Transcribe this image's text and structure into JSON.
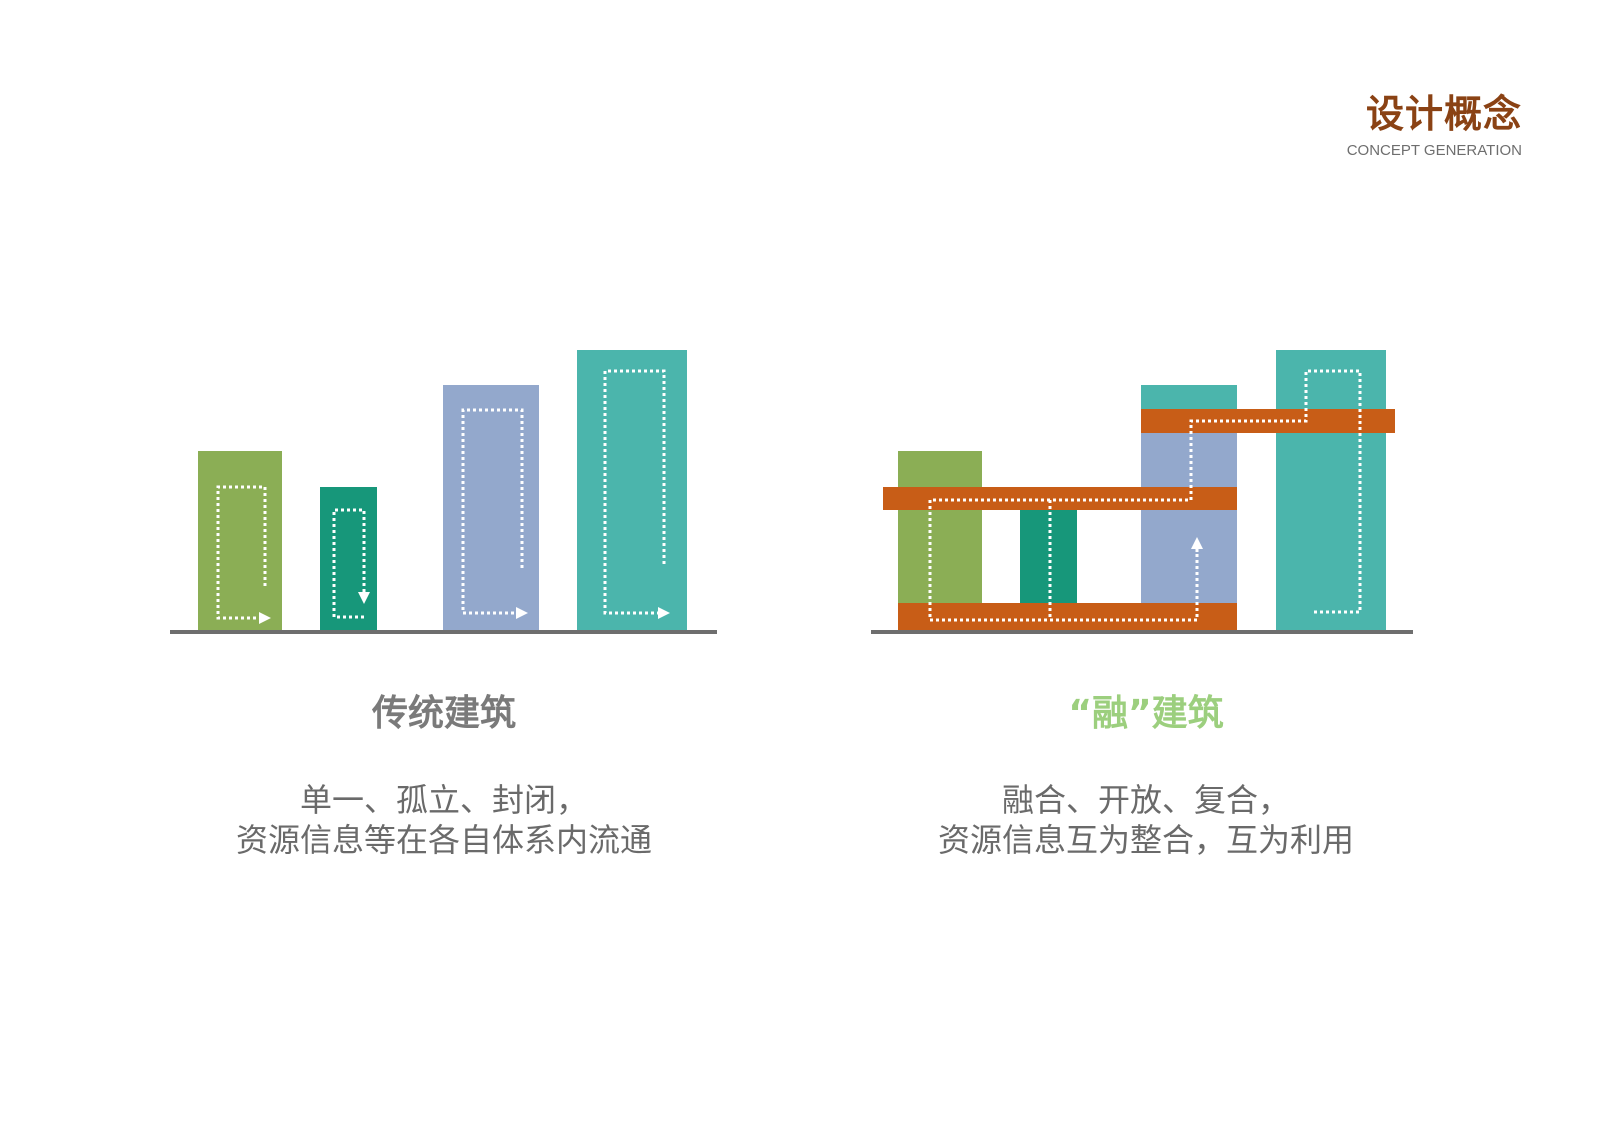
{
  "header": {
    "title": "设计概念",
    "subtitle": "CONCEPT GENERATION"
  },
  "colors": {
    "accent_brown": "#8a4214",
    "green": "#8bae55",
    "dark_green": "#17977a",
    "blue_gray": "#93a8cc",
    "teal": "#4bb5ac",
    "orange": "#c85d17",
    "ground": "#6e6e6e",
    "light_green_title": "#9ccf7e",
    "gray_title": "#7a7a7a"
  },
  "left_panel": {
    "title": "传统建筑",
    "description_lines": [
      "单一、孤立、封闭，",
      "资源信息等在各自体系内流通"
    ]
  },
  "right_panel": {
    "title": "“融”建筑",
    "description_lines": [
      "融合、开放、复合，",
      "资源信息互为整合，互为利用"
    ]
  }
}
